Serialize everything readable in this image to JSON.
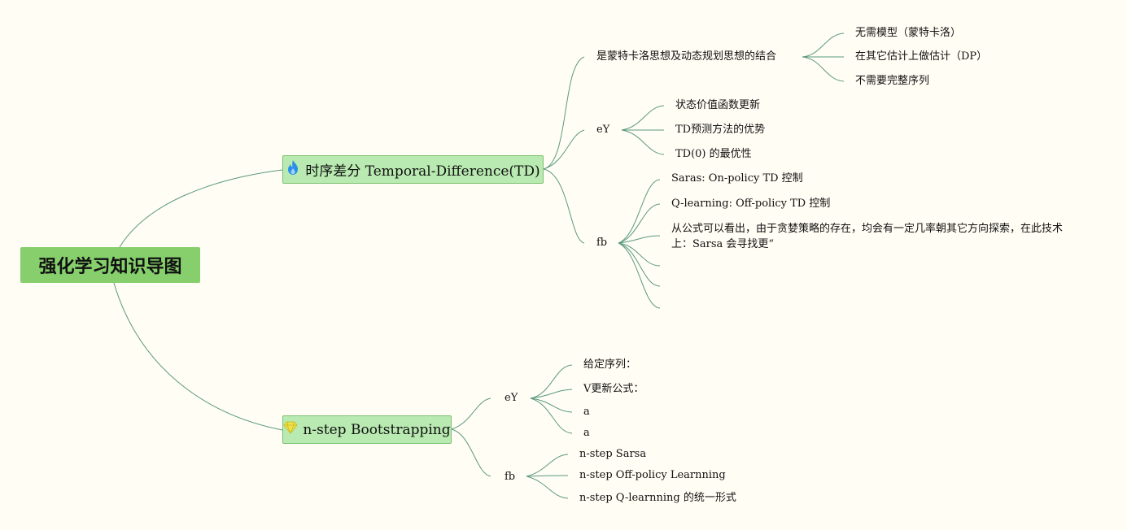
{
  "root": {
    "label": "强化学习知识导图"
  },
  "colors": {
    "background": "#fffdf4",
    "root_fill": "#86cf6c",
    "main_fill": "#b9eab1",
    "main_border": "#7cc06f",
    "line": "#5a9a7e",
    "flame": "#2b8ee8",
    "gem": "#ede34a"
  },
  "td": {
    "icon": "flame-icon",
    "label": "时序差分 Temporal-Difference(TD)",
    "intro": {
      "label": "是蒙特卡洛思想及动态规划思想的结合",
      "items": [
        "无需模型（蒙特卡洛）",
        "在其它估计上做估计（DP）",
        "不需要完整序列"
      ]
    },
    "ey": {
      "label": "eY",
      "items": [
        "状态价值函数更新",
        "TD预测方法的优势",
        "TD(0) 的最优性"
      ]
    },
    "fb": {
      "label": "fb",
      "items": [
        "Saras: On-policy TD 控制",
        "Q-learning: Off-policy TD 控制",
        "从公式可以看出，由于贪婪策略的存在，均会有一定几率朝其它方向探索，在此技术上：Sarsa 会寻找更“"
      ]
    }
  },
  "nstep": {
    "icon": "gem-icon",
    "label": "n-step Bootstrapping",
    "ey": {
      "label": "eY",
      "items": [
        "给定序列：",
        "V更新公式：",
        "a",
        "a"
      ]
    },
    "fb": {
      "label": "fb",
      "items": [
        "n-step Sarsa",
        "n-step Off-policy Learnning",
        "n-step Q-learnning 的统一形式"
      ]
    }
  }
}
